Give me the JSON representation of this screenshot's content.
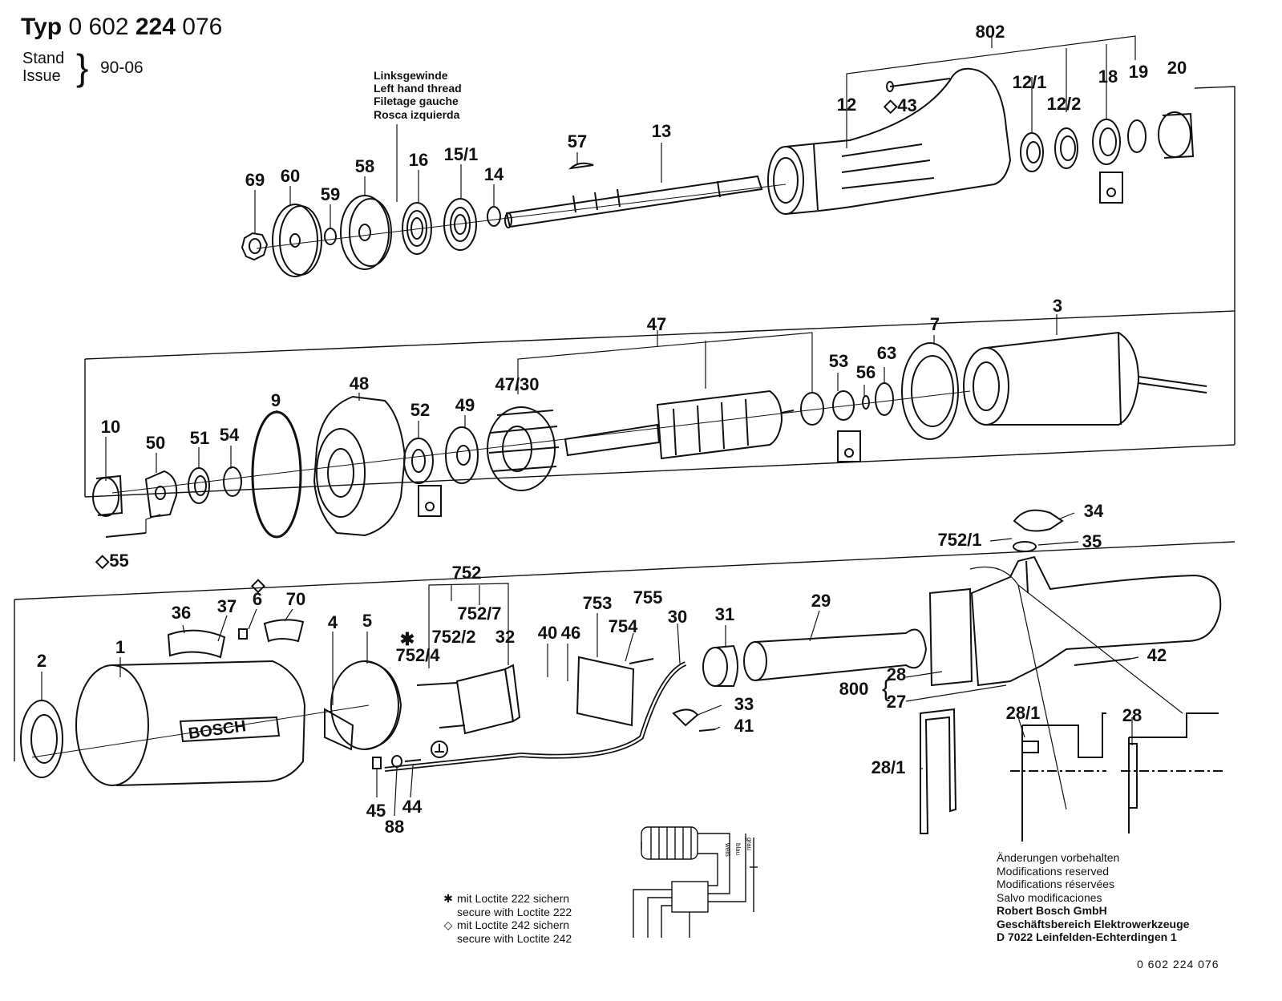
{
  "header": {
    "typ_label": "Typ",
    "number_light1": "0 602",
    "number_bold": "224",
    "number_light2": "076",
    "stand_label": "Stand",
    "issue_label": "Issue",
    "date": "90-06"
  },
  "thread_note": {
    "de": "Linksgewinde",
    "en": "Left hand thread",
    "fr": "Filetage gauche",
    "es": "Rosca izquierda"
  },
  "legend": {
    "star_symbol": "✱",
    "diamond_symbol": "◇",
    "loctite_222_de": "mit Loctite 222 sichern",
    "loctite_222_en": "secure with Loctite 222",
    "loctite_242_de": "mit Loctite 242 sichern",
    "loctite_242_en": "secure with Loctite 242"
  },
  "footer": {
    "mod_de": "Änderungen vorbehalten",
    "mod_en": "Modifications reserved",
    "mod_fr": "Modifications réservées",
    "mod_es": "Salvo modificaciones",
    "company": "Robert Bosch GmbH",
    "division": "Geschäftsbereich Elektrowerkzeuge",
    "address": "D 7022 Leinfelden-Echterdingen 1"
  },
  "doc_number": "0 602 224 076",
  "housing_brand": "BOSCH",
  "part_labels": [
    {
      "key": "69",
      "text": "69"
    },
    {
      "key": "60",
      "text": "60"
    },
    {
      "key": "59",
      "text": "59"
    },
    {
      "key": "58",
      "text": "58"
    },
    {
      "key": "16",
      "text": "16"
    },
    {
      "key": "15-1",
      "text": "15/1"
    },
    {
      "key": "14",
      "text": "14"
    },
    {
      "key": "57",
      "text": "57"
    },
    {
      "key": "13",
      "text": "13"
    },
    {
      "key": "802",
      "text": "802"
    },
    {
      "key": "12",
      "text": "12"
    },
    {
      "key": "43",
      "text": "◇43"
    },
    {
      "key": "12-1",
      "text": "12/1"
    },
    {
      "key": "12-2",
      "text": "12/2"
    },
    {
      "key": "18",
      "text": "18"
    },
    {
      "key": "19",
      "text": "19"
    },
    {
      "key": "20",
      "text": "20"
    },
    {
      "key": "10",
      "text": "10"
    },
    {
      "key": "50",
      "text": "50"
    },
    {
      "key": "51",
      "text": "51"
    },
    {
      "key": "54",
      "text": "54"
    },
    {
      "key": "9",
      "text": "9"
    },
    {
      "key": "48",
      "text": "48"
    },
    {
      "key": "52",
      "text": "52"
    },
    {
      "key": "49",
      "text": "49"
    },
    {
      "key": "47-30",
      "text": "47/30"
    },
    {
      "key": "47",
      "text": "47"
    },
    {
      "key": "53",
      "text": "53"
    },
    {
      "key": "56",
      "text": "56"
    },
    {
      "key": "63",
      "text": "63"
    },
    {
      "key": "7",
      "text": "7"
    },
    {
      "key": "3",
      "text": "3"
    },
    {
      "key": "55",
      "text": "◇55"
    },
    {
      "key": "2",
      "text": "2"
    },
    {
      "key": "1",
      "text": "1"
    },
    {
      "key": "36",
      "text": "36"
    },
    {
      "key": "37",
      "text": "37"
    },
    {
      "key": "6",
      "text": "6"
    },
    {
      "key": "6-diamond",
      "text": "◇"
    },
    {
      "key": "70",
      "text": "70"
    },
    {
      "key": "4",
      "text": "4"
    },
    {
      "key": "5",
      "text": "5"
    },
    {
      "key": "752",
      "text": "752"
    },
    {
      "key": "752-7",
      "text": "752/7"
    },
    {
      "key": "752-2",
      "text": "752/2"
    },
    {
      "key": "32",
      "text": "32"
    },
    {
      "key": "752-4-star",
      "text": "✱"
    },
    {
      "key": "752-4",
      "text": "752/4"
    },
    {
      "key": "40",
      "text": "40"
    },
    {
      "key": "46",
      "text": "46"
    },
    {
      "key": "753",
      "text": "753"
    },
    {
      "key": "755",
      "text": "755"
    },
    {
      "key": "754",
      "text": "754"
    },
    {
      "key": "30",
      "text": "30"
    },
    {
      "key": "31",
      "text": "31"
    },
    {
      "key": "29",
      "text": "29"
    },
    {
      "key": "34",
      "text": "34"
    },
    {
      "key": "752-1",
      "text": "752/1"
    },
    {
      "key": "35",
      "text": "35"
    },
    {
      "key": "42",
      "text": "42"
    },
    {
      "key": "28",
      "text": "28"
    },
    {
      "key": "800",
      "text": "800"
    },
    {
      "key": "27",
      "text": "27"
    },
    {
      "key": "33",
      "text": "33"
    },
    {
      "key": "41",
      "text": "41"
    },
    {
      "key": "28-1-top",
      "text": "28/1"
    },
    {
      "key": "28-top",
      "text": "28"
    },
    {
      "key": "28-1-side",
      "text": "28/1"
    },
    {
      "key": "45",
      "text": "45"
    },
    {
      "key": "88",
      "text": "88"
    },
    {
      "key": "44",
      "text": "44"
    }
  ],
  "wiring": {
    "wire1": "weiß",
    "wire2": "blau",
    "wire3": "grau"
  }
}
